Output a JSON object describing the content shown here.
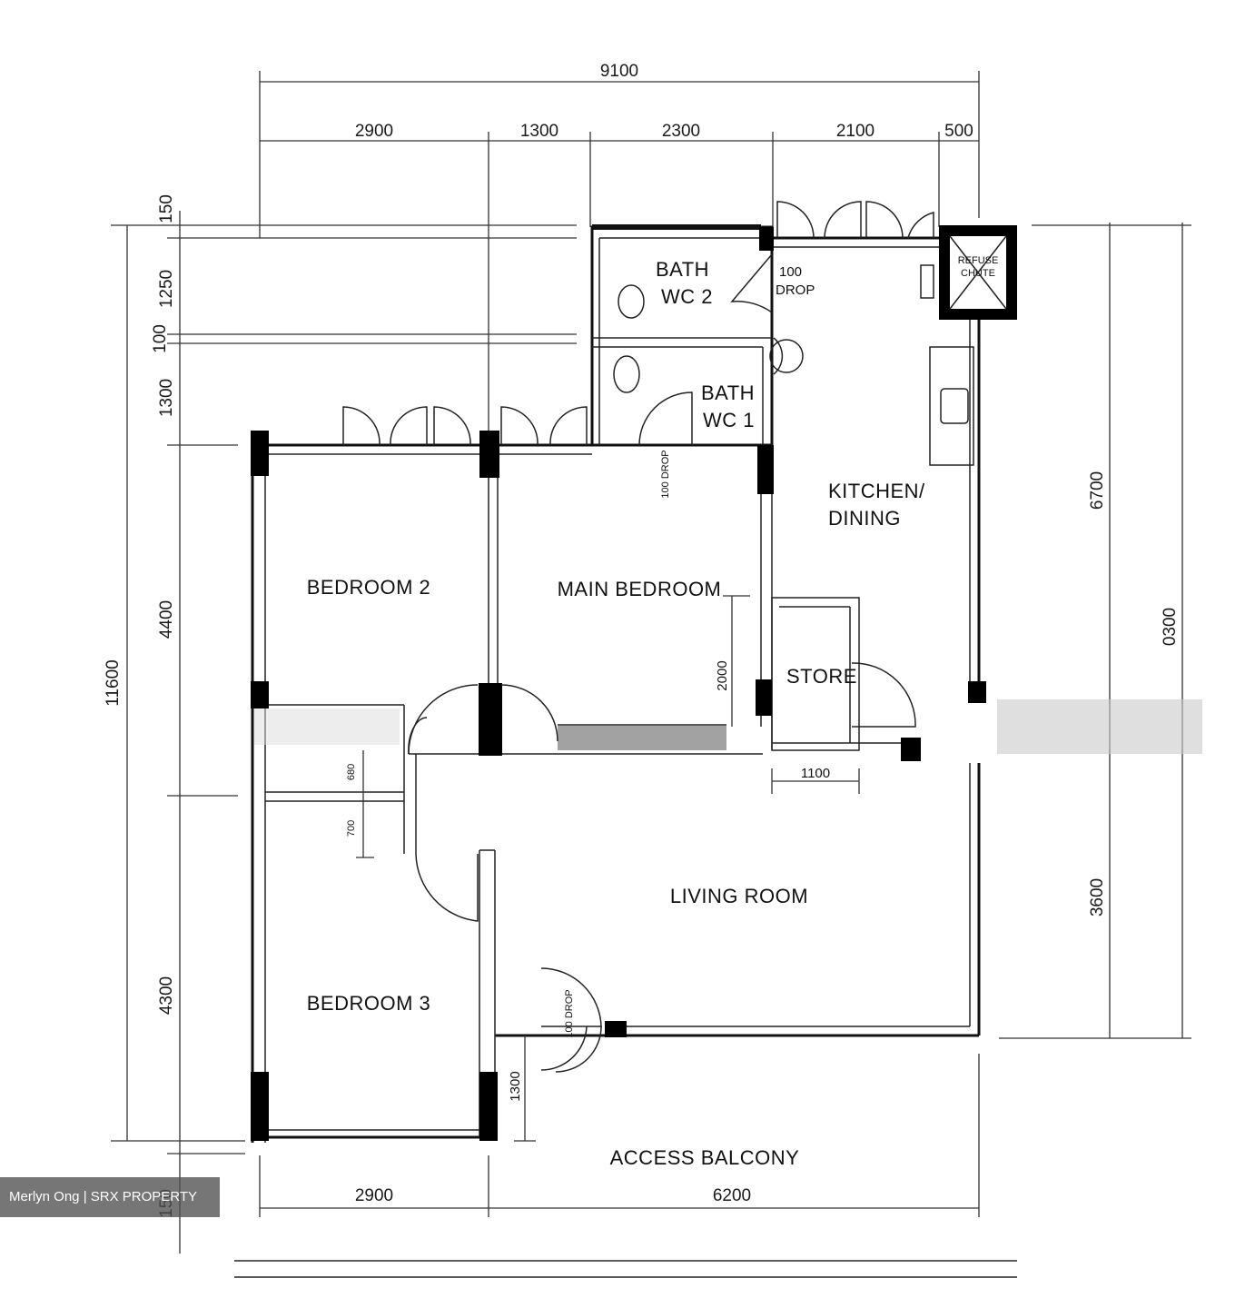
{
  "dimensions": {
    "overall_width": "9100",
    "top_segments": [
      "2900",
      "1300",
      "2300",
      "2100",
      "500"
    ],
    "bottom_segments": [
      "2900",
      "6200"
    ],
    "left_overall": "11600",
    "left_segments": [
      "150",
      "1250",
      "100",
      "1300",
      "4400",
      "4300",
      "150"
    ],
    "right_segments": [
      "6700",
      "0300",
      "3600"
    ],
    "interior": [
      "2000",
      "1100",
      "680",
      "700",
      "1300"
    ]
  },
  "rooms": {
    "bedroom_2": "BEDROOM 2",
    "main_bedroom": "MAIN BEDROOM",
    "bedroom_3": "BEDROOM 3",
    "living_room": "LIVING ROOM",
    "kitchen_line1": "KITCHEN/",
    "kitchen_line2": "DINING",
    "store": "STORE",
    "bath_wc2_line1": "BATH",
    "bath_wc2_line2": "WC 2",
    "bath_wc1_line1": "BATH",
    "bath_wc1_line2": "WC 1",
    "access_balcony": "ACCESS BALCONY",
    "refuse_chute_line1": "REFUSE",
    "refuse_chute_line2": "CHUTE"
  },
  "annotations": {
    "drop_top_value": "100",
    "drop_top_label": "DROP",
    "drop_vertical": "100 DROP"
  },
  "watermark": "Merlyn Ong | SRX PROPERTY"
}
